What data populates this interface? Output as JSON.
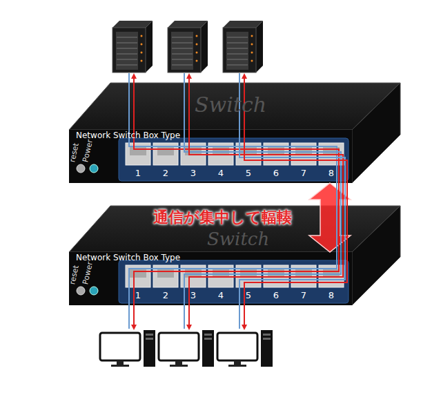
{
  "diagram": {
    "nodes": [
      {
        "text": [
          "Network Switch Box Type",
          "reset",
          "Power"
        ]
      },
      {
        "text": [
          "Network Switch Box Type",
          "reset",
          "Power"
        ]
      }
    ],
    "edges": [
      {
        "from": 0,
        "to": 1,
        "arrow": "both",
        "label": "通信が集中して輻輳"
      }
    ],
    "labels": [
      "Switch",
      "1",
      "2",
      "3",
      "4",
      "5",
      "6",
      "7",
      "8",
      "Switch",
      "1",
      "2",
      "3",
      "4",
      "5",
      "6",
      "7",
      "8"
    ]
  }
}
